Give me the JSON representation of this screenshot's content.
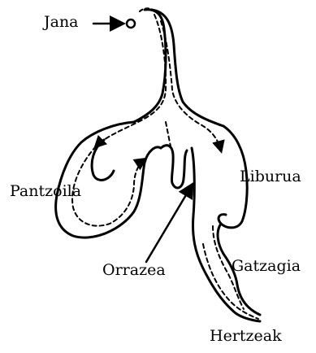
{
  "diagram": {
    "labels": {
      "jana": "Jana",
      "pantzoila": "Pantzoila",
      "liburua": "Liburua",
      "orrazea": "Orrazea",
      "gatzagia": "Gatzagia",
      "hertzeak": "Hertzeak"
    },
    "ink_color": "#000000",
    "background": "#ffffff"
  }
}
